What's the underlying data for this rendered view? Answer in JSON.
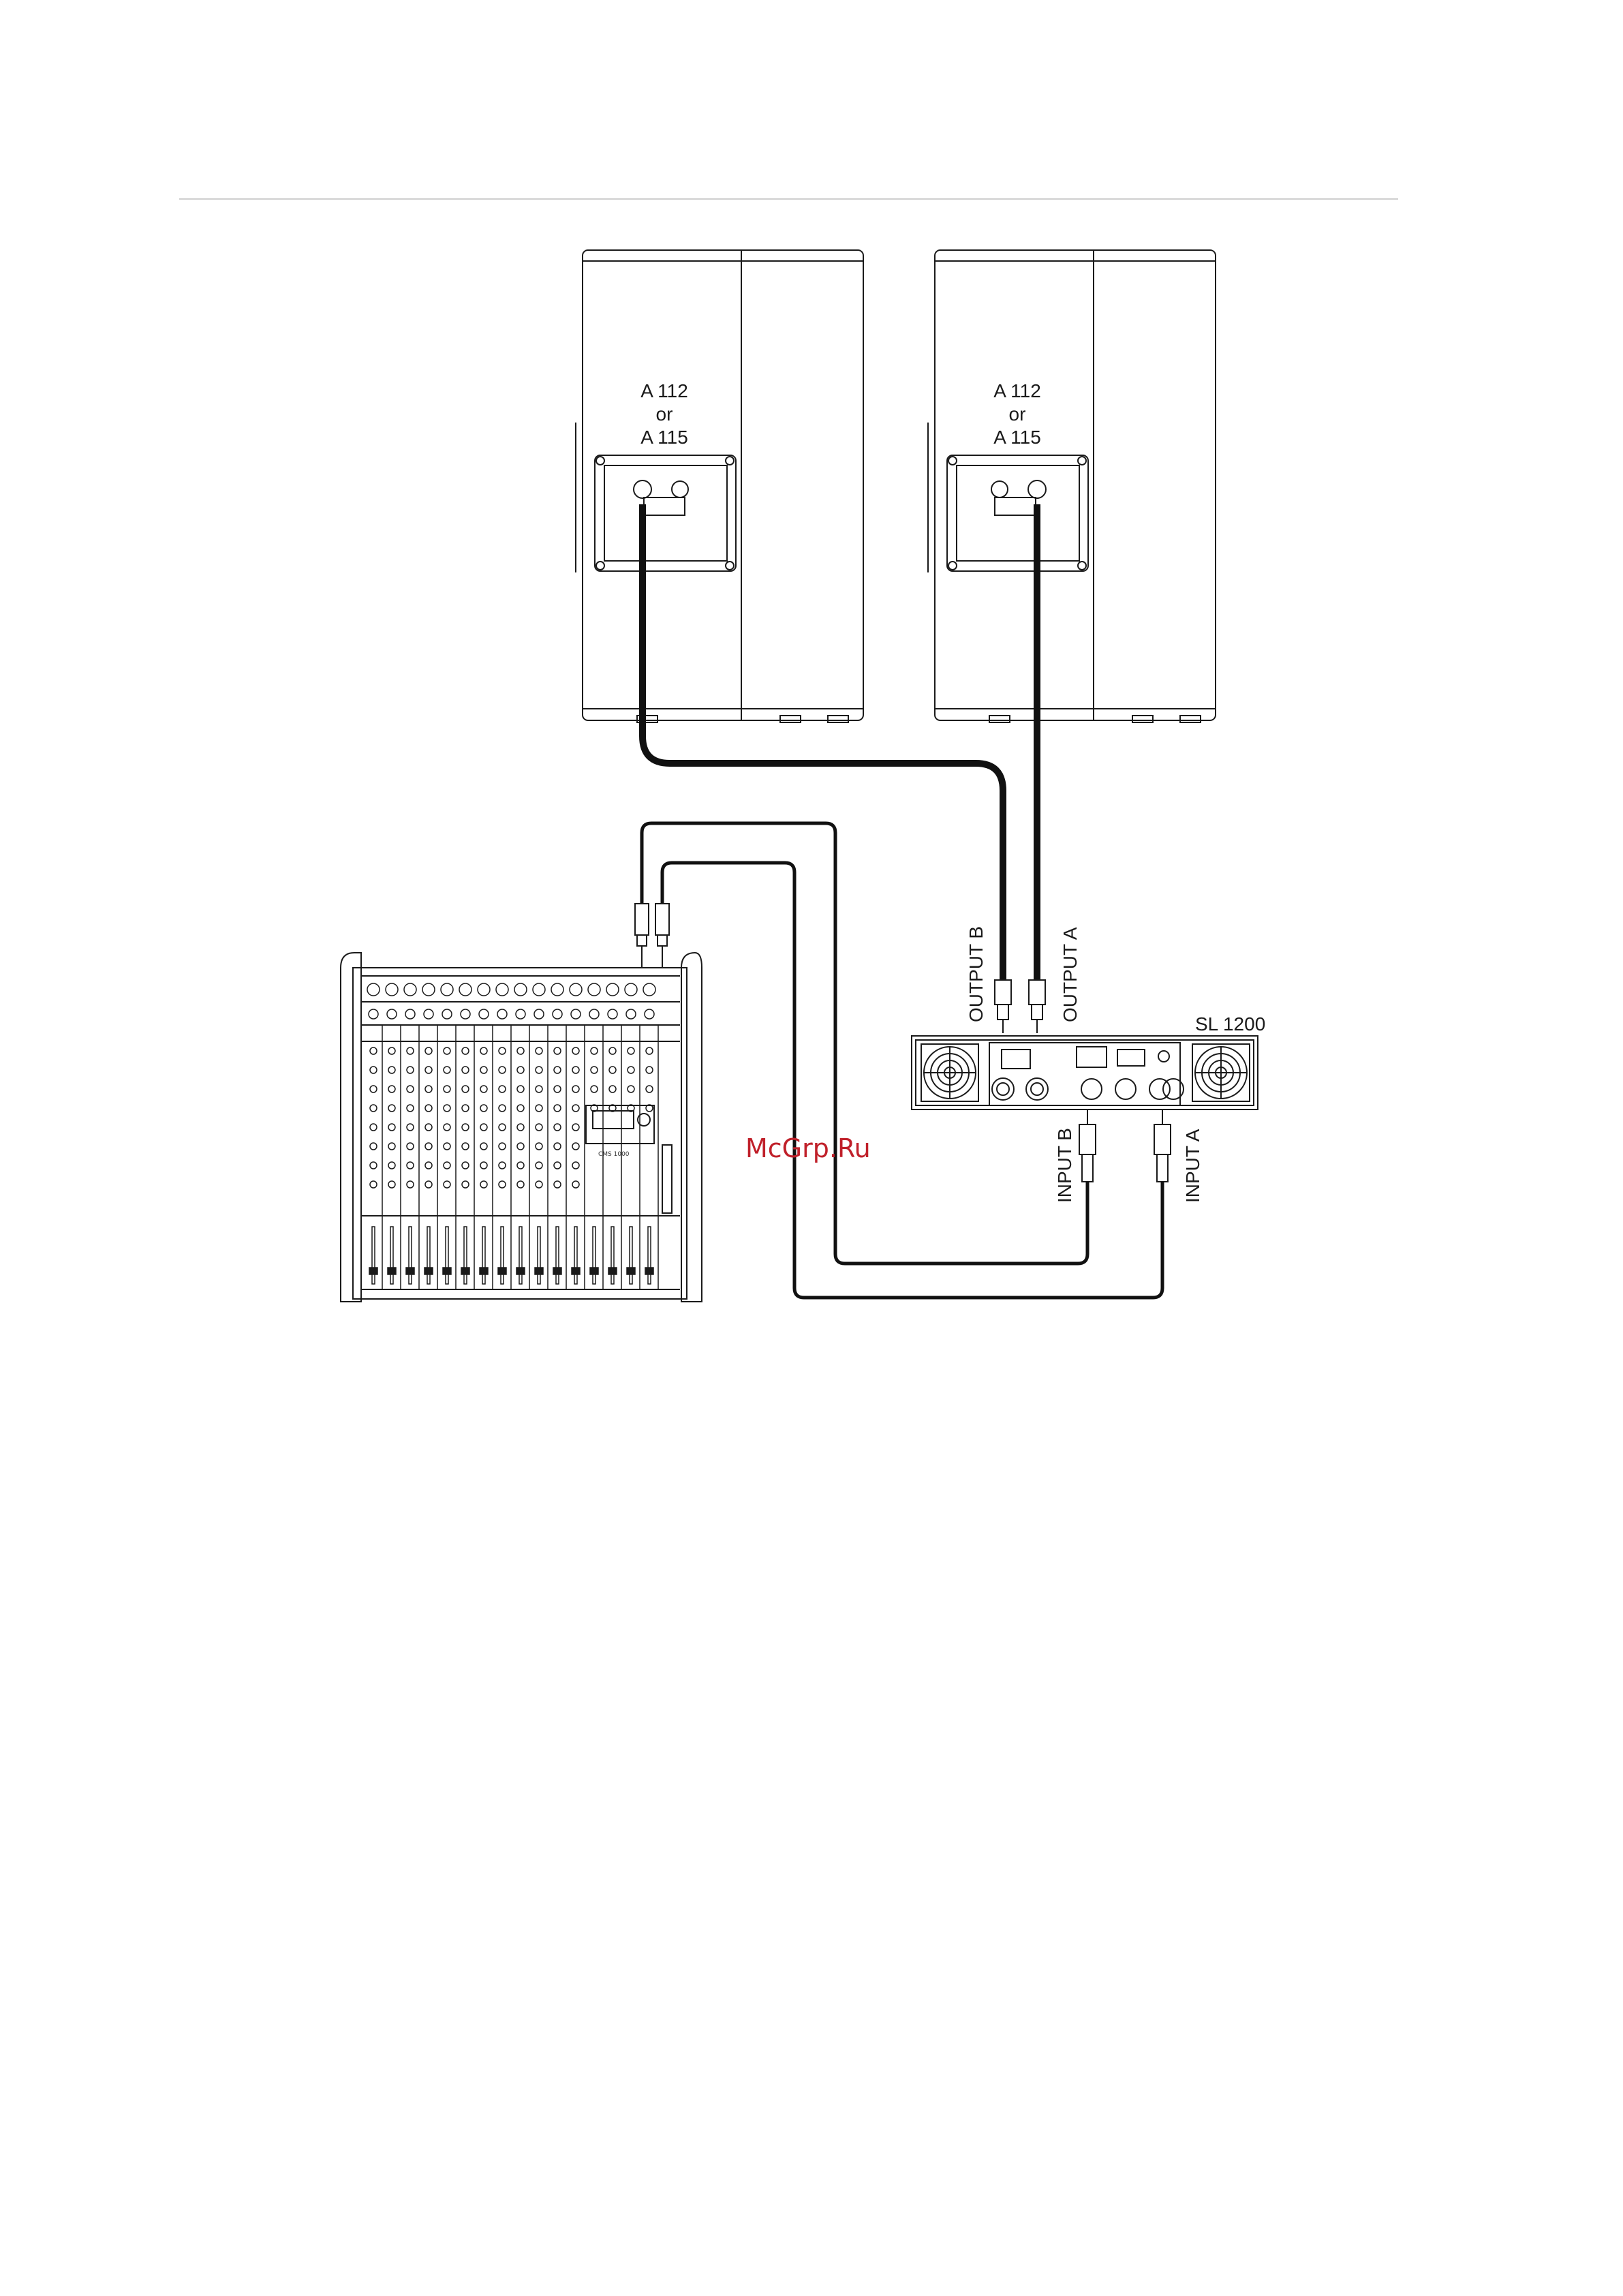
{
  "speakers": [
    {
      "model_line1": "A 112",
      "model_line2": "or",
      "model_line3": "A 115"
    },
    {
      "model_line1": "A 112",
      "model_line2": "or",
      "model_line3": "A 115"
    }
  ],
  "amplifier": {
    "name": "SL 1200",
    "output_b": "OUTPUT B",
    "output_a": "OUTPUT A",
    "input_b": "INPUT B",
    "input_a": "INPUT A"
  },
  "mixer": {
    "model": "CMS 1000"
  },
  "watermark": "McGrp.Ru",
  "colors": {
    "line": "#1a1a1a",
    "cable": "#111111",
    "watermark": "#c0202a",
    "rule": "#cfcfcf"
  }
}
